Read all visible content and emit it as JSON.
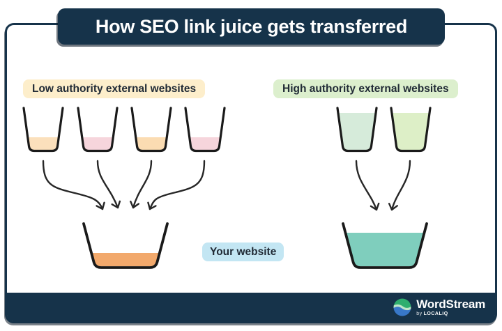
{
  "title": "How SEO link juice gets transferred",
  "labels": {
    "low_authority": "Low authority external websites",
    "high_authority": "High authority external websites",
    "your_website": "Your website"
  },
  "colors": {
    "navy": "#16334A",
    "outline": "#1A1A1A",
    "arrow": "#262626",
    "label_low_bg": "#FDEECB",
    "label_high_bg": "#DCEFCD",
    "label_site_bg": "#C3E6F3",
    "label_text": "#212B36",
    "title_text": "#FFFFFF"
  },
  "cups": {
    "low_sources": [
      {
        "liquid": "#FBE0BC",
        "level": "low"
      },
      {
        "liquid": "#F6D5DC",
        "level": "low"
      },
      {
        "liquid": "#FBDCB2",
        "level": "low"
      },
      {
        "liquid": "#F6D5DC",
        "level": "low"
      }
    ],
    "high_sources": [
      {
        "liquid": "#D6EBDA",
        "level": "high"
      },
      {
        "liquid": "#DDEFC7",
        "level": "high"
      }
    ],
    "low_result": {
      "liquid": "#F2A96C",
      "level": "one-third"
    },
    "high_result": {
      "liquid": "#7FCEBD",
      "level": "three-quarters"
    }
  },
  "footer": {
    "brand": "WordStream",
    "byline_prefix": "by",
    "byline_brand": "LOCALiQ",
    "logo_green": "#2FAE6E",
    "logo_wave": "#BFE6C8",
    "logo_blue": "#3878C9"
  }
}
